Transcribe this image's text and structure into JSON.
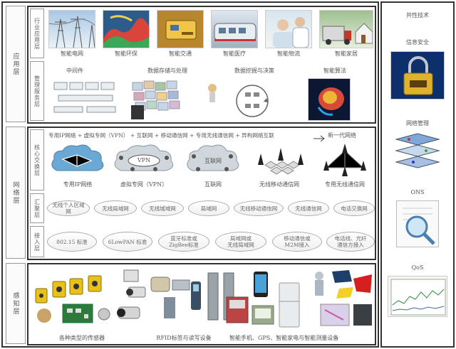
{
  "layers": {
    "application": {
      "label": "应用层",
      "sub_industry": "行业应用层",
      "sub_middleware": "管理服务层",
      "apps": [
        "智能电网",
        "智能环保",
        "智能交通",
        "智能医疗",
        "智能物流",
        "智能家居"
      ],
      "services": [
        "中间件",
        "数据存储与处理",
        "数据挖掘与决策",
        "智能算法"
      ]
    },
    "network": {
      "label": "网络层",
      "sub_core": "核心交换层",
      "sub_convergence": "汇聚层",
      "sub_access": "接入层",
      "evolution_text": "专用IP网络 + 虚拟专网（VPN） + 互联网 + 移动通信网 + 专用无线通信网 + 异构网络互联",
      "evolution_arrow_text": "新一代网络",
      "clouds": [
        {
          "inner": "",
          "caption": "专用IP网络"
        },
        {
          "inner": "VPN",
          "caption": "虚拟专网（VPN）"
        },
        {
          "inner": "互联网",
          "caption": "互联网"
        },
        {
          "inner": "",
          "caption": "无线移动通信网"
        },
        {
          "inner": "",
          "caption": "专用无线通信网"
        }
      ],
      "convergence": [
        "无线个人区域网",
        "无线局域网",
        "无线城域网",
        "局域网",
        "无线移动通信网",
        "无线通信网",
        "电话交换网"
      ],
      "access": [
        "802.15 标准",
        "6LowPAN 标准",
        "蓝牙标准或\nZigBee标准",
        "局域网或\n无线局域网",
        "移动通信或\nM2M接入",
        "电话线、光纤\n通信方接入"
      ]
    },
    "perception": {
      "label": "感知层",
      "captions": [
        "各种类型的传感器",
        "RFID标签与读写设备",
        "智能手机、GPS、智能家电与智能测量设备"
      ]
    }
  },
  "side": {
    "common_tech": "共性技术",
    "security": "信息安全",
    "network_mgmt": "网络管理",
    "ons": "ONS",
    "qos": "QoS"
  },
  "colors": {
    "cloud_blue": "#6aa9d6",
    "cloud_grey": "#cfd6dc",
    "dark_line": "#333333"
  }
}
